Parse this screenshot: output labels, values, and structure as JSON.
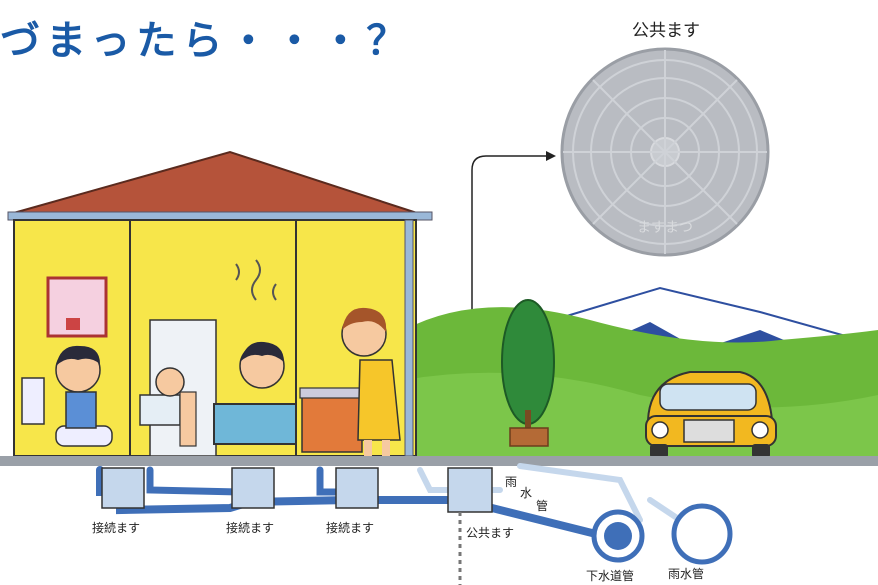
{
  "title": "づまったら・・・？",
  "cover": {
    "label": "公共ます",
    "emblem": "ますまつ"
  },
  "labels": {
    "connection_1": "接続ます",
    "connection_2": "接続ます",
    "connection_3": "接続ます",
    "public_inlet": "公共ます",
    "rain_pipe_1": "雨",
    "rain_pipe_2": "水",
    "rain_pipe_3": "管",
    "sewer_pipe": "下水道管",
    "storm_pipe": "雨水管"
  },
  "colors": {
    "title": "#1a5aa6",
    "wall": "#f7e64a",
    "roof": "#b5533a",
    "pipe": "#3f6fb8",
    "grass": "#6cb83a",
    "sky_mountain": "#2e4fa0",
    "car": "#f2b820"
  }
}
